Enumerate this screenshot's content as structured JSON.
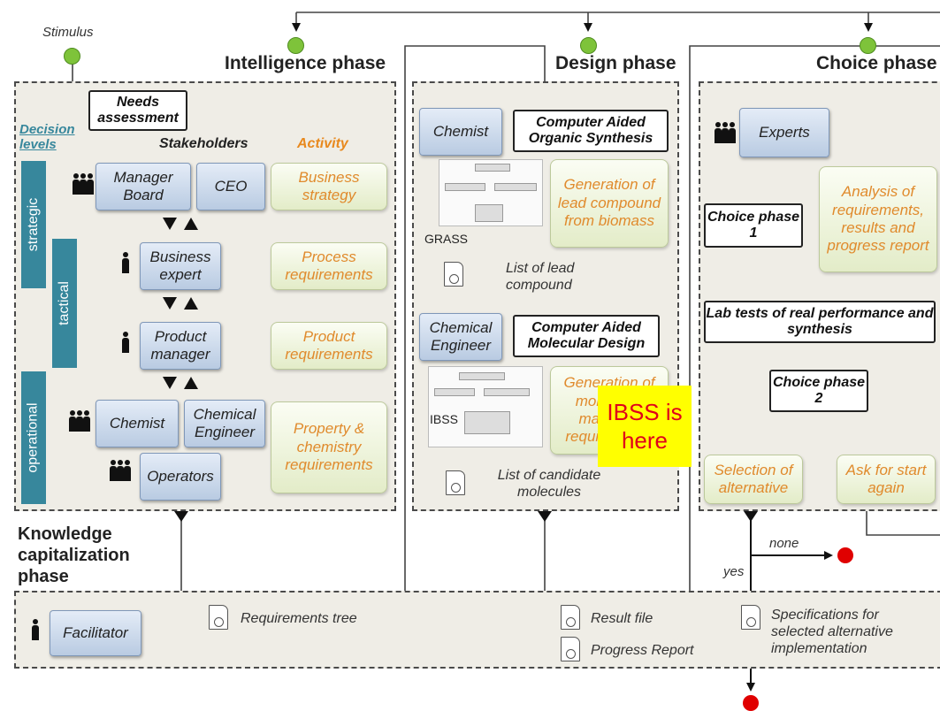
{
  "phases": {
    "intelligence": "Intelligence phase",
    "design": "Design phase",
    "choice": "Choice phase",
    "knowledge": "Knowledge capitalization phase"
  },
  "stimulus": "Stimulus",
  "needs_assessment": "Needs assessment",
  "intelligence": {
    "decision_levels": "Decision levels",
    "stakeholders_header": "Stakeholders",
    "activity_header": "Activity",
    "levels": [
      "strategic",
      "tactical",
      "operational"
    ],
    "roles": {
      "manager_board": "Manager Board",
      "ceo": "CEO",
      "business_expert": "Business expert",
      "product_manager": "Product manager",
      "chemist": "Chemist",
      "chemical_engineer": "Chemical Engineer",
      "operators": "Operators"
    },
    "activities": [
      "Business strategy",
      "Process requirements",
      "Product requirements",
      "Property & chemistry requirements"
    ]
  },
  "design": {
    "chemist": "Chemist",
    "caos": "Computer Aided Organic Synthesis",
    "generation_lead": "Generation of lead compound from biomass",
    "grass": "GRASS",
    "list_lead": "List of lead compound",
    "chemical_engineer": "Chemical Engineer",
    "camd": "Computer Aided Molecular Design",
    "generation_molecules": "Generation of molecules matching requirements",
    "ibss": "IBSS",
    "list_candidate": "List of candidate molecules"
  },
  "choice": {
    "experts": "Experts",
    "analysis": "Analysis of requirements, results and progress report",
    "choice1": "Choice phase 1",
    "lab_tests": "Lab tests of real performance and synthesis",
    "choice2": "Choice phase 2",
    "selection": "Selection of alternative",
    "ask": "Ask for start again",
    "none": "none",
    "yes": "yes"
  },
  "knowledge": {
    "facilitator": "Facilitator",
    "requirements_tree": "Requirements tree",
    "result_file": "Result file",
    "progress_report": "Progress Report",
    "specifications": "Specifications for selected alternative implementation"
  },
  "note": "IBSS is\nhere",
  "colors": {
    "panel": "#efede6",
    "role_box": "#c5d5ea",
    "level_bar": "#37879c",
    "activity_text": "#e08a2c",
    "header_activity": "#e8891e",
    "green_dot": "#7ec33a",
    "red_dot": "#e00000",
    "note_bg": "#ffff00",
    "note_text": "#e0001b"
  }
}
